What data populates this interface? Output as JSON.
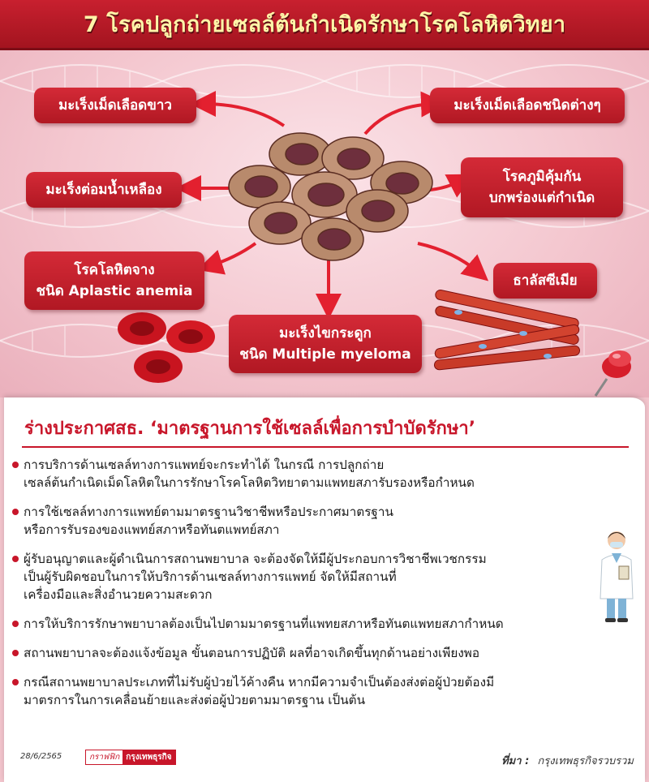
{
  "header": {
    "title": "7 โรคปลูกถ่ายเซลล์ต้นกำเนิดรักษาโรคโลหิตวิทยา"
  },
  "diseases": {
    "white_blood_cancer": {
      "line1": "มะเร็งเม็ดเลือดขาว"
    },
    "other_blood_cancer": {
      "line1": "มะเร็งเม็ดเลือดชนิดต่างๆ"
    },
    "lymphoma": {
      "line1": "มะเร็งต่อมน้ำเหลือง"
    },
    "immunodeficiency": {
      "line1": "โรคภูมิคุ้มกัน",
      "line2": "บกพร่องแต่กำเนิด"
    },
    "aplastic_anemia": {
      "line1": "โรคโลหิตจาง",
      "line2": "ชนิด Aplastic anemia"
    },
    "thalassemia": {
      "line1": "ธาลัสซีเมีย"
    },
    "multiple_myeloma": {
      "line1": "มะเร็งไขกระดูก",
      "line2": "ชนิด Multiple myeloma"
    }
  },
  "colors": {
    "brand_red": "#c8162a",
    "header_text": "#fff4a8",
    "cell_body": "#b88a6c",
    "cell_nucleus": "#6e2f3d"
  },
  "icons": [
    "cell-cluster-icon",
    "red-blood-cell-icon",
    "muscle-fiber-icon",
    "pushpin-icon",
    "doctor-icon",
    "dna-helix-icon"
  ],
  "paper": {
    "title": "ร่างประกาศสธ. ‘มาตรฐานการใช้เซลล์เพื่อการบำบัดรักษา’",
    "bullets": [
      {
        "line1": "การบริการด้านเซลล์ทางการแพทย์จะกระทำได้ ในกรณี การปลูกถ่าย",
        "line2": "เซลล์ต้นกำเนิดเม็ดโลหิตในการรักษาโรคโลหิตวิทยาตามแพทยสภารับรองหรือกำหนด"
      },
      {
        "line1": "การใช้เซลล์ทางการแพทย์ตามมาตรฐานวิชาชีพหรือประกาศมาตรฐาน",
        "line2": "หรือการรับรองของแพทย์สภาหรือทันตแพทย์สภา"
      },
      {
        "line1": "ผู้รับอนุญาตและผู้ดำเนินการสถานพยาบาล จะต้องจัดให้มีผู้ประกอบการวิชาชีพเวชกรรม",
        "line2": "เป็นผู้รับผิดชอบในการให้บริการด้านเซลล์ทางการแพทย์ จัดให้มีสถานที่",
        "line3": "เครื่องมือและสิ่งอำนวยความสะดวก"
      },
      {
        "line1": "การให้บริการรักษาพยาบาลต้องเป็นไปตามมาตรฐานที่แพทยสภาหรือทันตแพทยสภากำหนด"
      },
      {
        "line1": "สถานพยาบาลจะต้องแจ้งข้อมูล ขั้นตอนการปฏิบัติ ผลที่อาจเกิดขึ้นทุกด้านอย่างเพียงพอ"
      },
      {
        "line1": "กรณีสถานพยาบาลประเภทที่ไม่รับผู้ป่วยไว้ค้างคืน หากมีความจำเป็นต้องส่งต่อผู้ป่วยต้องมี",
        "line2": "มาตรการในการเคลื่อนย้ายและส่งต่อผู้ป่วยตามมาตรฐาน เป็นต้น"
      }
    ]
  },
  "footer": {
    "date": "28/6/2565",
    "credit_graphic": "กราฟฟิก",
    "credit_brand": "กรุงเทพธุรกิจ",
    "source_label": "ที่มา :",
    "source_text": "กรุงเทพธุรกิจรวบรวม"
  }
}
